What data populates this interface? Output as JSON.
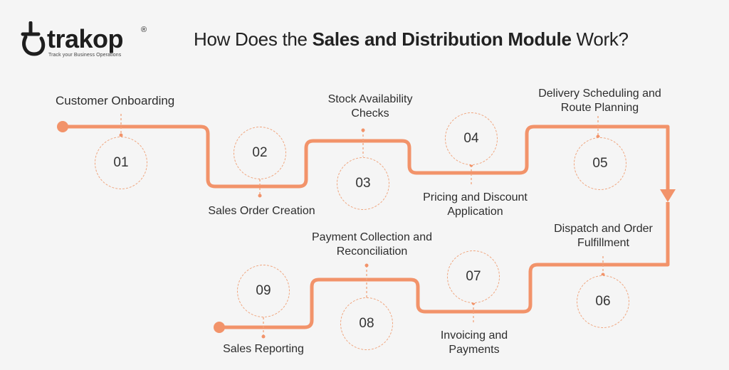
{
  "brand": {
    "name": "trakop",
    "registered": "®",
    "tagline": "Track your Business Operations"
  },
  "title": {
    "prefix": "How Does the ",
    "bold": "Sales and Distribution Module",
    "suffix": " Work?"
  },
  "colors": {
    "accent": "#f2936a",
    "dash": "#f0a47c",
    "background": "#f5f5f5"
  },
  "steps": [
    {
      "num": "01",
      "label": "Customer Onboarding"
    },
    {
      "num": "02",
      "label": "Sales Order Creation"
    },
    {
      "num": "03",
      "label": "Stock Availability Checks"
    },
    {
      "num": "04",
      "label": "Pricing and Discount Application"
    },
    {
      "num": "05",
      "label": "Delivery Scheduling and Route Planning"
    },
    {
      "num": "06",
      "label": "Dispatch and Order Fulfillment"
    },
    {
      "num": "07",
      "label": "Invoicing and Payments"
    },
    {
      "num": "08",
      "label": "Payment Collection and Reconciliation"
    },
    {
      "num": "09",
      "label": "Sales Reporting"
    }
  ]
}
